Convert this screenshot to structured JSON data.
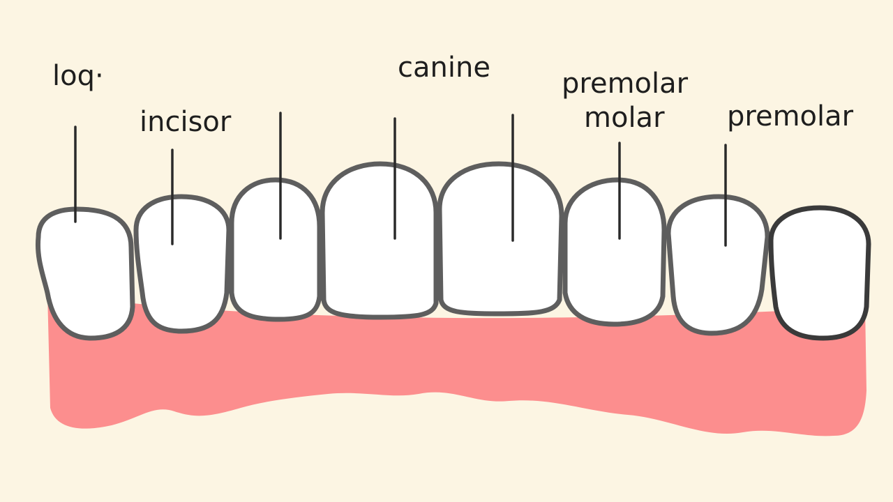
{
  "colors": {
    "background": "#fcf5e3",
    "gum": "#fc8e8e",
    "tooth_fill": "#ffffff",
    "tooth_outline": "#5e5e5e",
    "last_tooth_outline": "#3a3a3a",
    "leader_line": "#2a2a2a",
    "label_text": "#1e1e1e"
  },
  "labels": {
    "loq": "loq·",
    "incisor": "incisor",
    "canine": "canine",
    "premolar_molar_line1": "premolar",
    "premolar_molar_line2": "molar",
    "premolar": "premolar"
  }
}
